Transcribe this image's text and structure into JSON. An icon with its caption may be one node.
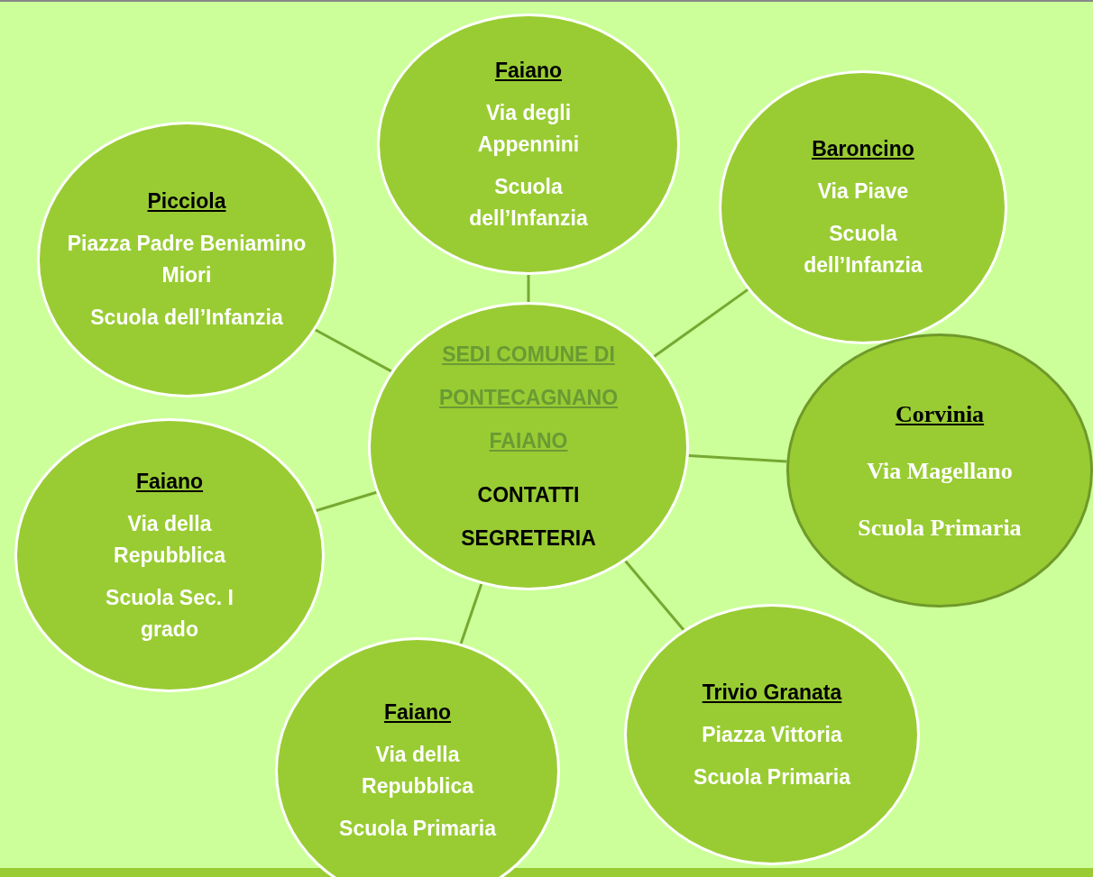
{
  "diagram": {
    "nodes": [
      {
        "text": [
          "SEDI  COMUNE DI PONTECAGNANO FAIANO",
          "CONTATTI SEGRETERIA"
        ]
      },
      {
        "text": [
          "Faiano",
          "Via degli Appennini",
          "Scuola dell’Infanzia"
        ]
      },
      {
        "text": [
          "Baroncino",
          "Via Piave",
          "Scuola dell’Infanzia"
        ]
      },
      {
        "text": [
          "Picciola",
          "Piazza Padre Beniamino Miori",
          "Scuola dell’Infanzia"
        ]
      },
      {
        "text": [
          "Corvinia",
          "Via Magellano",
          "Scuola Primaria"
        ]
      },
      {
        "text": [
          "Faiano",
          "Via della Repubblica",
          "Scuola Sec. I grado"
        ]
      },
      {
        "text": [
          "Trivio Granata",
          "Piazza Vittoria",
          "Scuola Primaria"
        ]
      },
      {
        "text": [
          "Faiano",
          "Via della Repubblica",
          "Scuola Primaria"
        ]
      }
    ],
    "edges": [
      {
        "from": 0,
        "to": 1,
        "arrow": "none"
      },
      {
        "from": 0,
        "to": 2,
        "arrow": "none"
      },
      {
        "from": 0,
        "to": 3,
        "arrow": "none"
      },
      {
        "from": 0,
        "to": 4,
        "arrow": "none"
      },
      {
        "from": 0,
        "to": 5,
        "arrow": "none"
      },
      {
        "from": 0,
        "to": 6,
        "arrow": "none"
      },
      {
        "from": 0,
        "to": 7,
        "arrow": "none"
      }
    ]
  }
}
